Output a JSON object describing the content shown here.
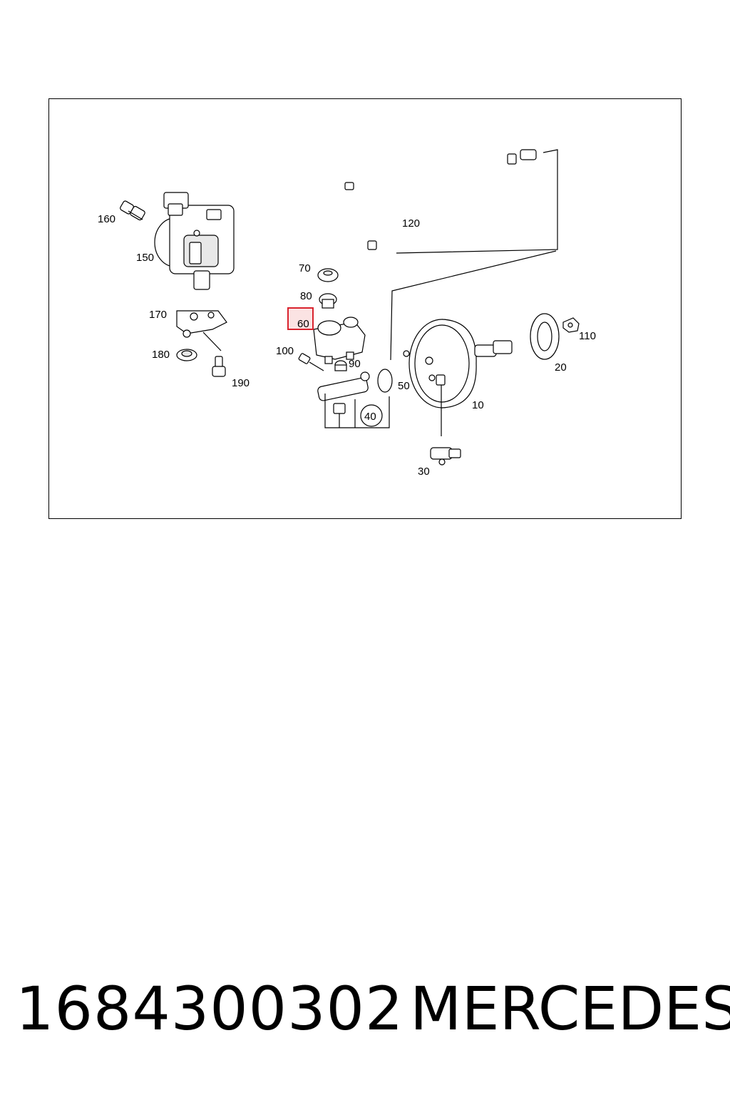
{
  "diagram": {
    "callouts": [
      {
        "id": "10",
        "label": "10"
      },
      {
        "id": "20",
        "label": "20"
      },
      {
        "id": "30",
        "label": "30"
      },
      {
        "id": "40",
        "label": "40"
      },
      {
        "id": "50",
        "label": "50"
      },
      {
        "id": "60",
        "label": "60"
      },
      {
        "id": "70",
        "label": "70"
      },
      {
        "id": "80",
        "label": "80"
      },
      {
        "id": "90",
        "label": "90"
      },
      {
        "id": "100",
        "label": "100"
      },
      {
        "id": "110",
        "label": "110"
      },
      {
        "id": "120",
        "label": "120"
      },
      {
        "id": "150",
        "label": "150"
      },
      {
        "id": "160",
        "label": "160"
      },
      {
        "id": "170",
        "label": "170"
      },
      {
        "id": "180",
        "label": "180"
      },
      {
        "id": "190",
        "label": "190"
      }
    ],
    "highlighted_callout": "60",
    "highlight_color": "#d9232e"
  },
  "footer": {
    "part_number": "1684300302",
    "brand": "MERCEDES"
  }
}
